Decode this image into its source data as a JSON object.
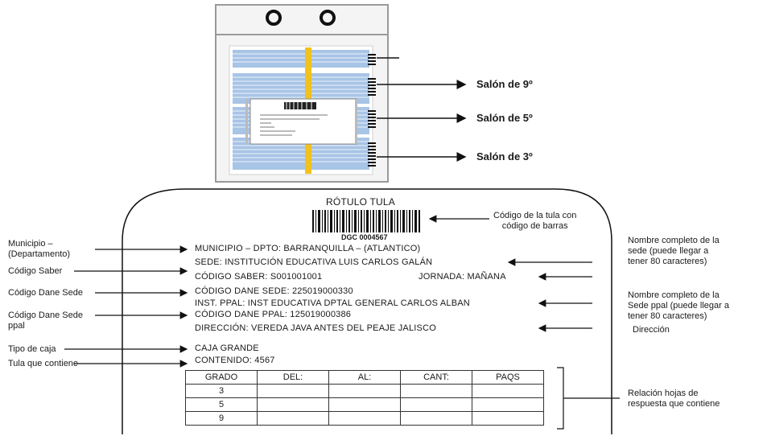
{
  "bag_illustration": {
    "rows": [
      "Salón de 9º",
      "Salón de 5º",
      "Salón de 3º"
    ]
  },
  "label": {
    "title": "RÓTULO TULA",
    "barcode_code": "DGC 0004567",
    "municipio": "MUNICIPIO – DPTO: BARRANQUILLA – (ATLANTICO)",
    "sede": "SEDE: INSTITUCIÓN EDUCATIVA LUIS CARLOS GALÁN",
    "codigo_saber": "CÓDIGO SABER: S001001001",
    "jornada": "JORNADA: MAÑANA",
    "codigo_dane_sede": "CÓDIGO DANE SEDE: 225019000330",
    "inst_ppal": "INST. PPAL: INST EDUCATIVA DPTAL  GENERAL CARLOS ALBAN",
    "codigo_dane_ppal": "CÓDIGO DANE PPAL: 125019000386",
    "direccion": "DIRECCIÓN: VEREDA JAVA ANTES DEL PEAJE JALISCO",
    "tipo_caja": "CAJA GRANDE",
    "contenido": "CONTENIDO: 4567",
    "table": {
      "headers": [
        "GRADO",
        "DEL:",
        "AL:",
        "CANT:",
        "PAQS"
      ],
      "rows": [
        [
          "3",
          "",
          "",
          "",
          ""
        ],
        [
          "5",
          "",
          "",
          "",
          ""
        ],
        [
          "9",
          "",
          "",
          "",
          ""
        ]
      ]
    }
  },
  "left_labels": {
    "municipio_line1": "Municipio –",
    "municipio_line2": "(Departamento)",
    "codigo_saber": "Código Saber",
    "codigo_dane_sede": "Código Dane Sede",
    "codigo_dane_ppal_line1": "Código Dane Sede",
    "codigo_dane_ppal_line2": "ppal",
    "tipo_caja": "Tipo de caja",
    "tula_contiene": "Tula que contiene"
  },
  "right_labels": {
    "barcode_line1": "Código de la tula con",
    "barcode_line2": "código de barras",
    "sede_line1": "Nombre completo de la",
    "sede_line2": "sede (puede llegar a",
    "sede_line3": "tener 80 caracteres)",
    "ppal_line1": "Nombre completo de la",
    "ppal_line2": "Sede ppal (puede llegar a",
    "ppal_line3": "tener 80 caracteres)",
    "direccion": "Dirección",
    "relacion_line1": "Relación hojas de",
    "relacion_line2": "respuesta que contiene"
  },
  "colors": {
    "stripe_blue": "#9dbbe0",
    "strap_yellow": "#f2c11b",
    "frame_gray": "#9a9a9a"
  }
}
